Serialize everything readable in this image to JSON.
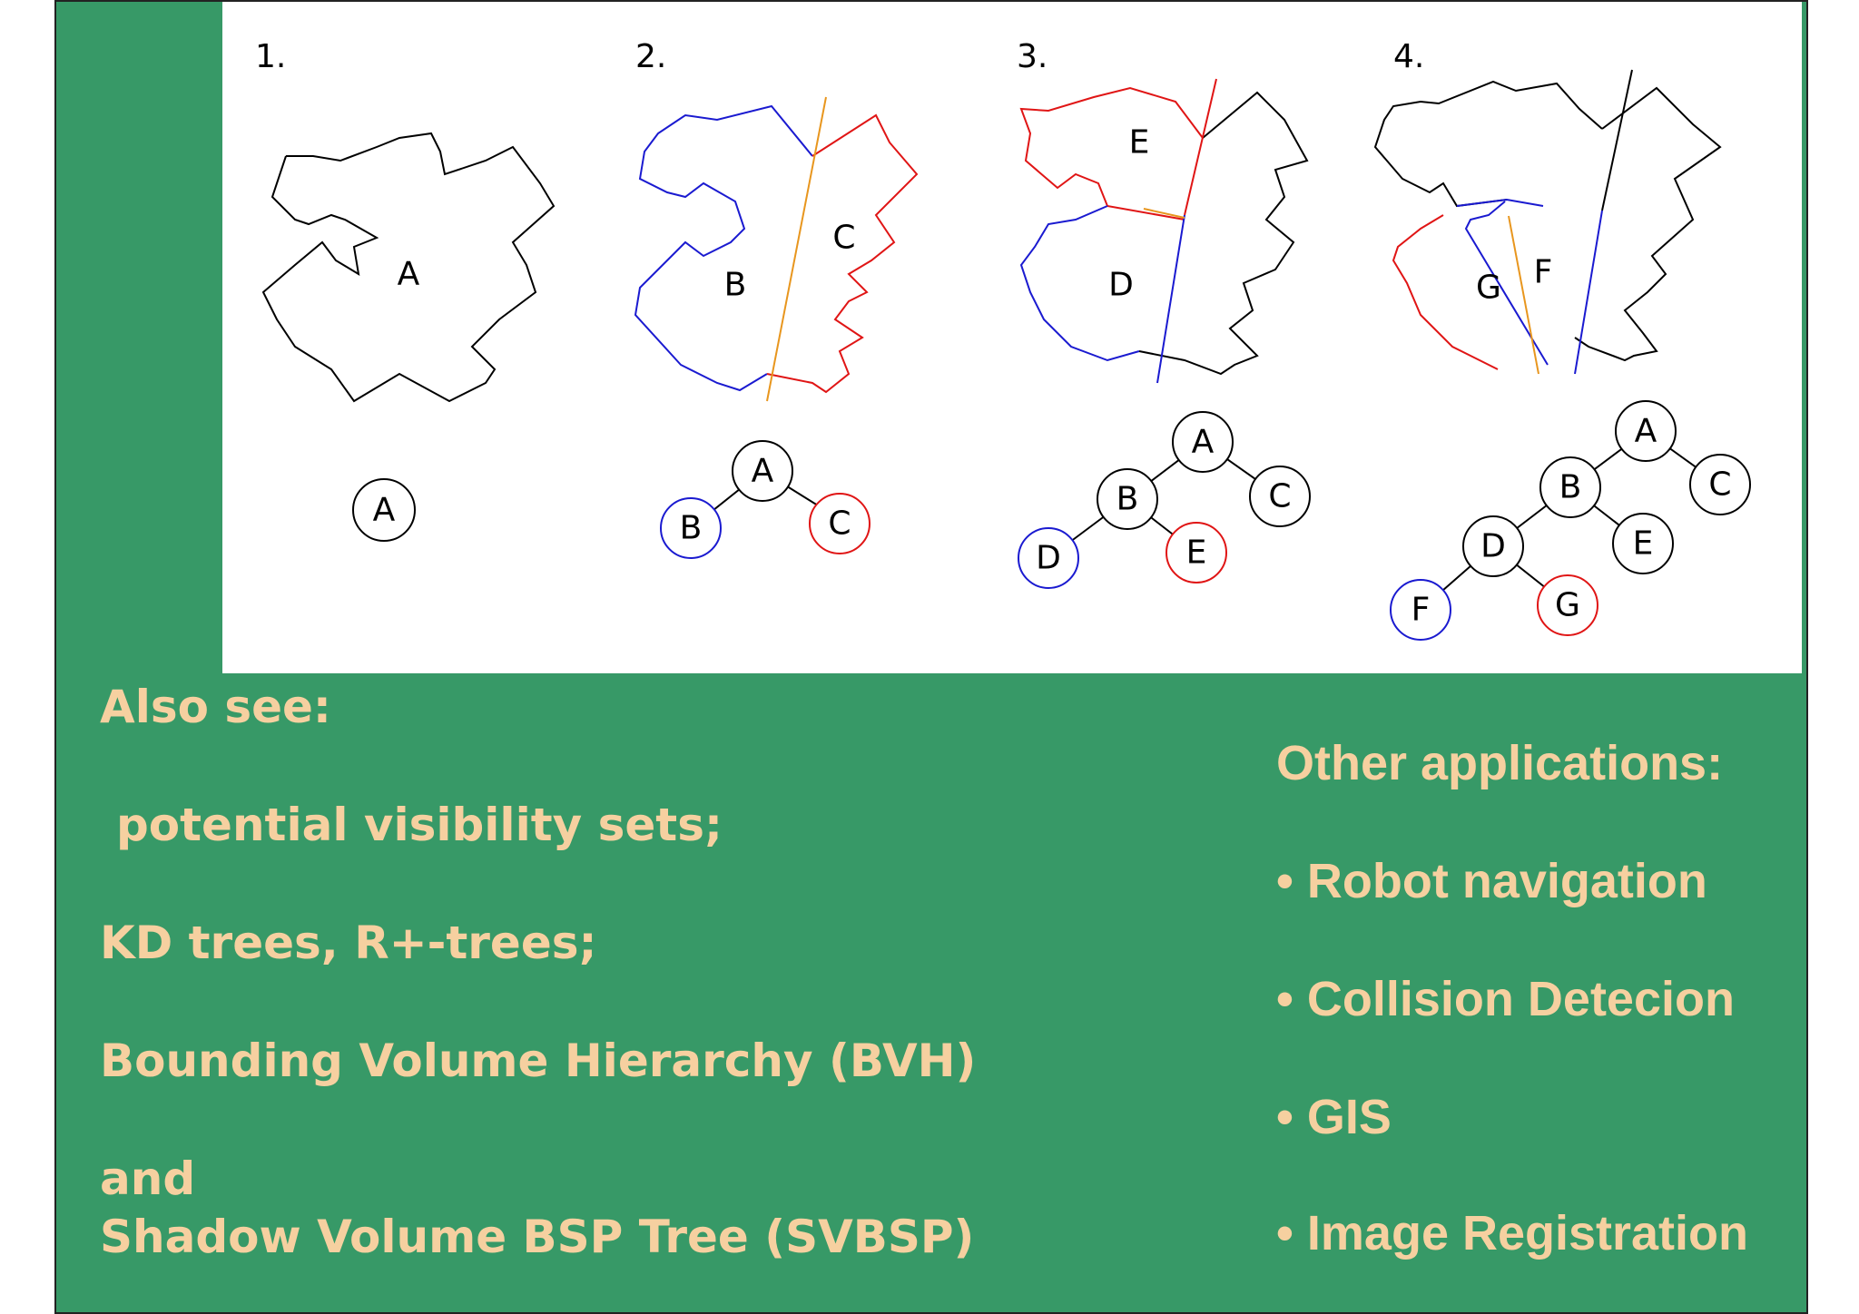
{
  "figure": {
    "panels": [
      {
        "number": "1.",
        "region_labels": [
          "A"
        ],
        "tree_nodes": [
          "A"
        ]
      },
      {
        "number": "2.",
        "region_labels": [
          "B",
          "C"
        ],
        "tree_nodes": [
          "A",
          "B",
          "C"
        ]
      },
      {
        "number": "3.",
        "region_labels": [
          "E",
          "D"
        ],
        "tree_nodes": [
          "A",
          "B",
          "C",
          "D",
          "E"
        ]
      },
      {
        "number": "4.",
        "region_labels": [
          "G",
          "F"
        ],
        "tree_nodes": [
          "A",
          "B",
          "C",
          "D",
          "E",
          "F",
          "G"
        ]
      }
    ],
    "colors": {
      "blue": "#1a1ad0",
      "red": "#e01515",
      "orange": "#e8961e",
      "black": "#000000"
    }
  },
  "left_text": {
    "heading": "Also see:",
    "items": [
      "potential visibility sets;",
      "KD trees, R+-trees;",
      "Bounding Volume Hierarchy (BVH)",
      "and",
      "Shadow Volume BSP Tree (SVBSP)"
    ]
  },
  "right_text": {
    "heading": "Other applications:",
    "items": [
      "• Robot navigation",
      "• Collision Detecion",
      "• GIS",
      "• Image Registration"
    ]
  },
  "colors": {
    "background": "#379967",
    "text": "#f6d0a0"
  }
}
